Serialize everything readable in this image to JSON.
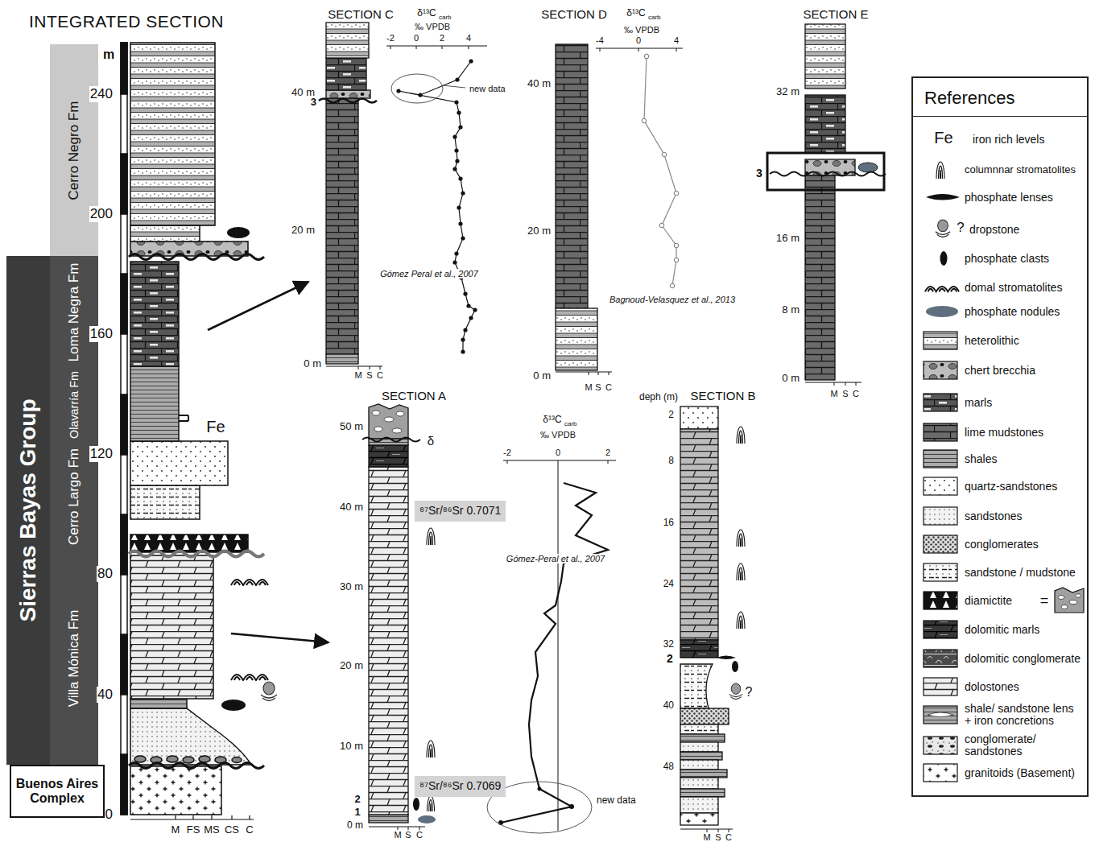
{
  "diagram": {
    "title": "INTEGRATED SECTION",
    "nodes": [
      {
        "text": [
          "Sierras Bayas Group"
        ]
      },
      {
        "text": [
          "Cerro Negro Fm"
        ]
      },
      {
        "text": [
          "Loma Negra Fm"
        ]
      },
      {
        "text": [
          "Olavarría Fm"
        ]
      },
      {
        "text": [
          "Cerro Largo Fm"
        ]
      },
      {
        "text": [
          "Villa Mónica Fm"
        ]
      },
      {
        "text": [
          "Buenos Aires Complex"
        ]
      },
      {
        "text": [
          "⁸⁷Sr/⁸⁶Sr 0.7071"
        ]
      },
      {
        "text": [
          "⁸⁷Sr/⁸⁶Sr 0.7069"
        ]
      },
      {
        "text": [
          "References"
        ]
      }
    ],
    "labels": [
      "m",
      "240",
      "200",
      "160",
      "120",
      "80",
      "40",
      "0",
      "Fe",
      "M",
      "FS",
      "MS",
      "CS",
      "C",
      "SECTION C",
      "δ¹³C",
      "carb",
      "‰ VPDB",
      "-2",
      "0",
      "2",
      "4",
      "40 m",
      "20 m",
      "0 m",
      "3",
      "new data",
      "Gómez Peral et al., 2007",
      "M",
      "S",
      "C",
      "SECTION D",
      "δ¹³C",
      "carb",
      "‰ VPDB",
      "-4",
      "0",
      "4",
      "40 m",
      "20 m",
      "0 m",
      "Bagnoud-Velasquez et al., 2013",
      "M",
      "S",
      "C",
      "SECTION E",
      "32 m",
      "16 m",
      "8 m",
      "0 m",
      "3",
      "M",
      "S",
      "C",
      "SECTION A",
      "50 m",
      "40 m",
      "30 m",
      "20 m",
      "10 m",
      "0 m",
      "2",
      "1",
      "δ",
      "δ¹³C",
      "carb",
      "‰ VPDB",
      "-2",
      "0",
      "2",
      "Gómez-Peral et al., 2007",
      "new data",
      "M",
      "S",
      "C",
      "deph (m)",
      "SECTION B",
      "2",
      "8",
      "16",
      "24",
      "32",
      "40",
      "48",
      "2",
      "?",
      "M",
      "S",
      "C",
      "Fe",
      "?",
      "="
    ],
    "legend": [
      {
        "text": "iron rich levels"
      },
      {
        "text": "columnnar stromatolites"
      },
      {
        "text": "phosphate lenses"
      },
      {
        "text": "dropstone"
      },
      {
        "text": "phosphate clasts"
      },
      {
        "text": "domal stromatolites"
      },
      {
        "text": "phosphate nodules"
      },
      {
        "text": "heterolithic"
      },
      {
        "text": "chert brecchia"
      },
      {
        "text": "marls"
      },
      {
        "text": "lime mudstones"
      },
      {
        "text": "shales"
      },
      {
        "text": "quartz-sandstones"
      },
      {
        "text": "sandstones"
      },
      {
        "text": "conglomerates"
      },
      {
        "text": "sandstone / mudstone"
      },
      {
        "text": "diamictite"
      },
      {
        "text": "dolomitic marls"
      },
      {
        "text": "dolomitic conglomerate"
      },
      {
        "text": "dolostones"
      },
      {
        "text": "shale/ sandstone lens + iron concretions"
      },
      {
        "text": "conglomerate/ sandstones"
      },
      {
        "text": "granitoids (Basement)"
      }
    ]
  }
}
